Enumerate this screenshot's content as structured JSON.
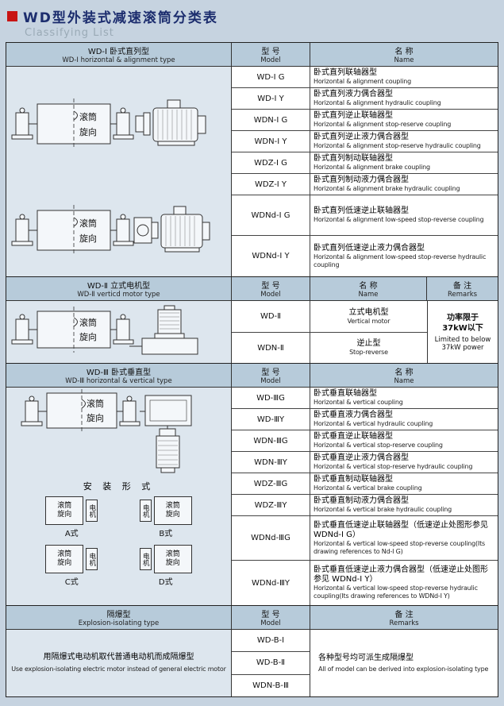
{
  "header": {
    "title": "WD型外装式减速滚筒分类表",
    "subtitle": "Classifying List"
  },
  "columns": {
    "model_zh": "型 号",
    "model_en": "Model",
    "name_zh": "名 称",
    "name_en": "Name",
    "remarks_zh": "备 注",
    "remarks_en": "Remarks"
  },
  "diagram_labels": {
    "drum": "滚筒",
    "rotation": "旋向",
    "motor": "电机",
    "install_title": "安 装 形 式",
    "type_a": "A式",
    "type_b": "B式",
    "type_c": "C式",
    "type_d": "D式"
  },
  "section1": {
    "title_zh": "WD-Ⅰ 卧式直列型",
    "title_en": "WD-Ⅰ horizontal & alignment type",
    "rows": [
      {
        "model": "WD-Ⅰ G",
        "zh": "卧式直列联轴器型",
        "en": "Horizontal & alignment coupling"
      },
      {
        "model": "WD-Ⅰ Y",
        "zh": "卧式直列液力偶合器型",
        "en": "Horizontal & alignment hydraulic coupling"
      },
      {
        "model": "WDN-Ⅰ G",
        "zh": "卧式直列逆止联轴器型",
        "en": "Horizontal & alignment stop-reserve coupling"
      },
      {
        "model": "WDN-Ⅰ Y",
        "zh": "卧式直列逆止液力偶合器型",
        "en": "Horizontal & alignment stop-reserve hydraulic coupling"
      },
      {
        "model": "WDZ-Ⅰ G",
        "zh": "卧式直列制动联轴器型",
        "en": "Horizontal & alignment brake coupling"
      },
      {
        "model": "WDZ-Ⅰ Y",
        "zh": "卧式直列制动液力偶合器型",
        "en": "Horizontal & alignment brake hydraulic coupling"
      },
      {
        "model": "WDNd-Ⅰ G",
        "zh": "卧式直列低速逆止联轴器型",
        "en": "Horizontal & alignment low-speed stop-reverse coupling"
      },
      {
        "model": "WDNd-Ⅰ Y",
        "zh": "卧式直列低速逆止液力偶合器型",
        "en": "Horizontal & alignment low-speed stop-reverse hydraulic coupling"
      }
    ]
  },
  "section2": {
    "title_zh": "WD-Ⅱ 立式电机型",
    "title_en": "WD-Ⅱ verticd motor type",
    "rows": [
      {
        "model": "WD-Ⅱ",
        "zh": "立式电机型",
        "en": "Vertical motor"
      },
      {
        "model": "WDN-Ⅱ",
        "zh": "逆止型",
        "en": "Stop-reverse"
      }
    ],
    "remarks_zh1": "功率限于",
    "remarks_zh2": "37kW以下",
    "remarks_en": "Limited to below 37kW power"
  },
  "section3": {
    "title_zh": "WD-Ⅲ 卧式垂直型",
    "title_en": "WD-Ⅲ horizontal & vertical type",
    "rows": [
      {
        "model": "WD-ⅢG",
        "zh": "卧式垂直联轴器型",
        "en": "Horizontal & vertical coupling"
      },
      {
        "model": "WD-ⅢY",
        "zh": "卧式垂直液力偶合器型",
        "en": "Horizontal & vertical hydraulic coupling"
      },
      {
        "model": "WDN-ⅢG",
        "zh": "卧式垂直逆止联轴器型",
        "en": "Horizontal & vertical stop-reserve coupling"
      },
      {
        "model": "WDN-ⅢY",
        "zh": "卧式垂直逆止液力偶合器型",
        "en": "Horizontal & vertical stop-reserve hydraulic coupling"
      },
      {
        "model": "WDZ-ⅢG",
        "zh": "卧式垂直制动联轴器型",
        "en": "Horizontal & vertical brake coupling"
      },
      {
        "model": "WDZ-ⅢY",
        "zh": "卧式垂直制动液力偶合器型",
        "en": "Horizontal & vertical brake hydraulic coupling"
      },
      {
        "model": "WDNd-ⅢG",
        "zh": "卧式垂直低速逆止联轴器型（低速逆止处图形参见 WDNd-Ⅰ G）",
        "en": "Horizontal & vertical low-speed stop-reverse coupling(Its drawing references to Nd-Ⅰ G)"
      },
      {
        "model": "WDNd-ⅢY",
        "zh": "卧式垂直低速逆止液力偶合器型（低速逆止处图形参见 WDNd-Ⅰ Y）",
        "en": "Horizontal & vertical low-speed stop-reverse hydraulic coupling(Its drawing references to WDNd-Ⅰ Y)"
      }
    ]
  },
  "section4": {
    "title_zh": "隔爆型",
    "title_en": "Explosion-isolating type",
    "desc_zh": "用隔爆式电动机取代普通电动机而成隔爆型",
    "desc_en": "Use explosion-isolating electric motor instead of general electric motor",
    "rows": [
      {
        "model": "WD-B-Ⅰ"
      },
      {
        "model": "WD-B-Ⅱ"
      },
      {
        "model": "WDN-B-Ⅲ"
      }
    ],
    "remarks_zh": "各种型号均可派生成隔爆型",
    "remarks_en": "All of model can be derived into explosion-isolating type"
  }
}
